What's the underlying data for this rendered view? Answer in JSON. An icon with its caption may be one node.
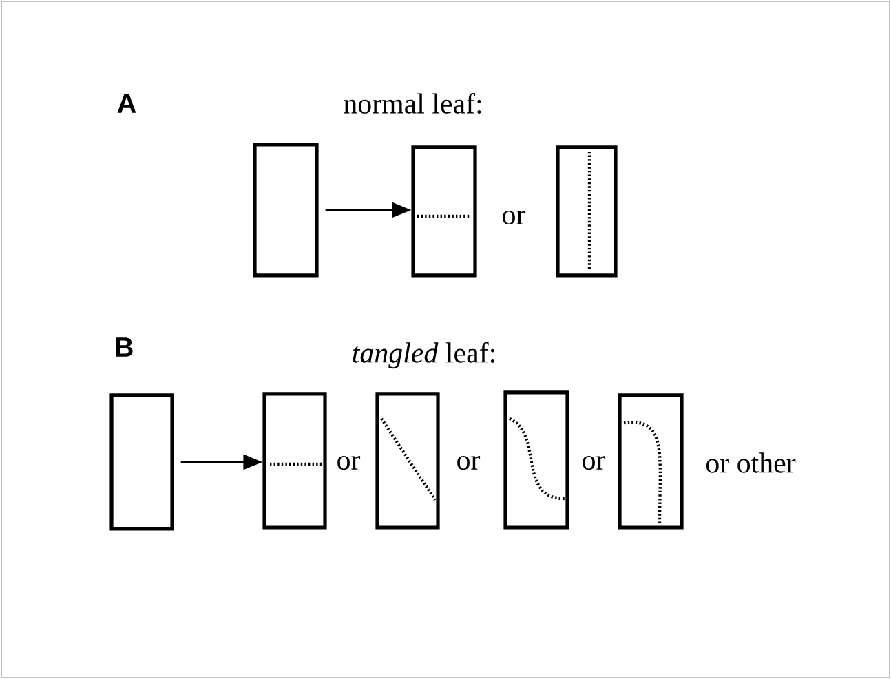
{
  "diagram": {
    "nodes": [
      {
        "text": [],
        "shape": "box"
      },
      {
        "text": [],
        "shape": "box"
      },
      {
        "text": [],
        "shape": "box"
      },
      {
        "text": [],
        "shape": "box"
      },
      {
        "text": [],
        "shape": "box"
      },
      {
        "text": [],
        "shape": "box"
      },
      {
        "text": [],
        "shape": "box"
      },
      {
        "text": [],
        "shape": "box"
      }
    ],
    "edges": [
      {
        "from": 0,
        "to": 1,
        "arrow": "to"
      },
      {
        "from": 3,
        "to": 4,
        "arrow": "to"
      }
    ],
    "labels": [
      "A",
      "normal leaf:",
      "or",
      "B",
      "*tangled* leaf:",
      "or",
      "or",
      "or",
      "or other"
    ]
  }
}
